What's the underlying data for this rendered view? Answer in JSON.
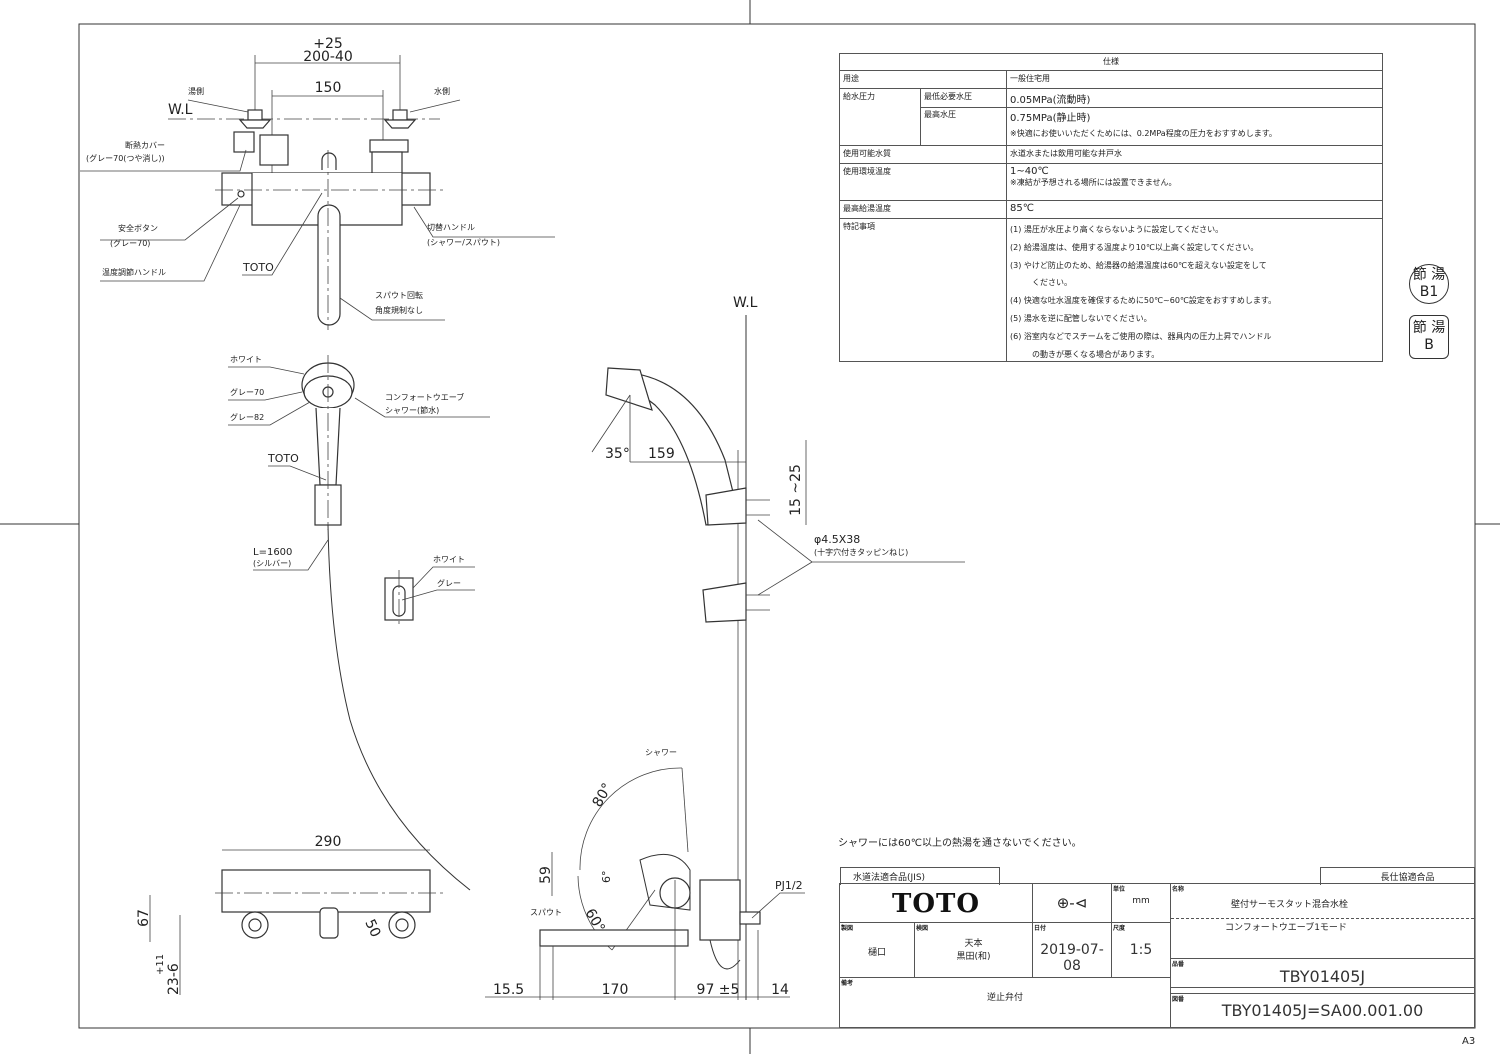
{
  "sheet": {
    "size": "A3",
    "warning": "シャワーには60℃以上の熱湯を通さないでください。"
  },
  "front_view": {
    "dims": {
      "overall_plus": "+25",
      "overall": "200-40",
      "inner": "150"
    },
    "waterline": "W.L",
    "labels": {
      "hot_side": "湯側",
      "cold_side": "水側",
      "heat_cover": "断熱カバー",
      "heat_cover_color": "(グレー70(つや消し))",
      "safety_button": "安全ボタン",
      "safety_button_color": "(グレー70)",
      "temp_handle": "温度調節ハンドル",
      "brand_mark": "TOTO",
      "switch_handle": "切替ハンドル",
      "switch_handle_sub": "(シャワー/スパウト)",
      "spout_rotation": "スパウト回転",
      "spout_rotation_sub": "角度規制なし"
    }
  },
  "shower_view": {
    "labels": {
      "white": "ホワイト",
      "gray70": "グレー70",
      "gray82": "グレー82",
      "shower_name": "コンフォートウエーブ",
      "shower_sub": "シャワー(節水)",
      "brand_mark": "TOTO",
      "hose": "L=1600",
      "hose_color": "(シルバー)",
      "holder_white": "ホワイト",
      "holder_gray": "グレー"
    }
  },
  "side_view": {
    "waterline": "W.L",
    "dims": {
      "angle": "35°",
      "reach": "159",
      "range": "15 ~25"
    },
    "screw": "φ4.5X38",
    "screw_sub": "(十字穴付きタッピンねじ)"
  },
  "bottom_view": {
    "dims": {
      "width": "290",
      "depth": "67",
      "handle": "50",
      "tol_plus": "+11",
      "tol": "23-6"
    }
  },
  "spout_view": {
    "labels": {
      "shower": "シャワー",
      "spout": "スパウト",
      "pj": "PJ1/2"
    },
    "dims": {
      "angle_up": "80°",
      "angle_small": "6°",
      "angle_down": "60°",
      "height": "59",
      "d1": "15.5",
      "d2": "170",
      "d3": "97 ±5",
      "d4": "14"
    }
  },
  "spec_table": {
    "title": "仕様",
    "rows": [
      {
        "label": "用途",
        "value": "一般住宅用"
      },
      {
        "label": "給水圧力",
        "sub1": "最低必要水圧",
        "value1": "0.05MPa(流動時)",
        "sub2": "最高水圧",
        "value2": "0.75MPa(静止時)",
        "note2": "※快適にお使いいただくためには、0.2MPa程度の圧力をおすすめします。"
      },
      {
        "label": "使用可能水質",
        "value": "水道水または飲用可能な井戸水"
      },
      {
        "label": "使用環境温度",
        "value": "1~40℃",
        "note": "※凍結が予想される場所には設置できません。"
      },
      {
        "label": "最高給湯温度",
        "value": "85℃"
      },
      {
        "label": "特記事項",
        "notes": [
          "(1) 湯圧が水圧より高くならないように設定してください。",
          "(2) 給湯温度は、使用する温度より10℃以上高く設定してください。",
          "(3) やけど防止のため、給湯器の給湯温度は60℃を超えない設定をして",
          "ください。",
          "(4) 快適な吐水温度を確保するために50℃~60℃設定をおすすめします。",
          "(5) 湯水を逆に配管しないでください。",
          "(6) 浴室内などでスチームをご使用の際は、器具内の圧力上昇でハンドル",
          "の動きが悪くなる場合があります。"
        ]
      }
    ]
  },
  "badges": [
    {
      "line1": "節 湯",
      "line2": "B1",
      "shape": "circle"
    },
    {
      "line1": "節 湯",
      "line2": "B",
      "shape": "rounded"
    }
  ],
  "title_block": {
    "jis_tab": "水道法適合品(JIS)",
    "long_life_tab": "長仕協適合品",
    "logo": "TOTO",
    "projection_symbol": "⊕-⊲",
    "unit_label": "単位",
    "unit": "mm",
    "name_label": "名称",
    "product_name": "壁付サーモスタット混合水栓",
    "product_sub": "コンフォートウエーブ1モード",
    "drawn_label": "製図",
    "drawn_by": "樋口",
    "checked_label": "検図",
    "checked_by_1": "天本",
    "checked_by_2": "黒田(和)",
    "date_label": "日付",
    "date": "2019-07-08",
    "scale_label": "尺度",
    "scale": "1:5",
    "model_label": "品番",
    "model": "TBY01405J",
    "note_label": "備考",
    "note": "逆止弁付",
    "drawing_no_label": "図番",
    "drawing_no": "TBY01405J=SA00.001.00"
  }
}
